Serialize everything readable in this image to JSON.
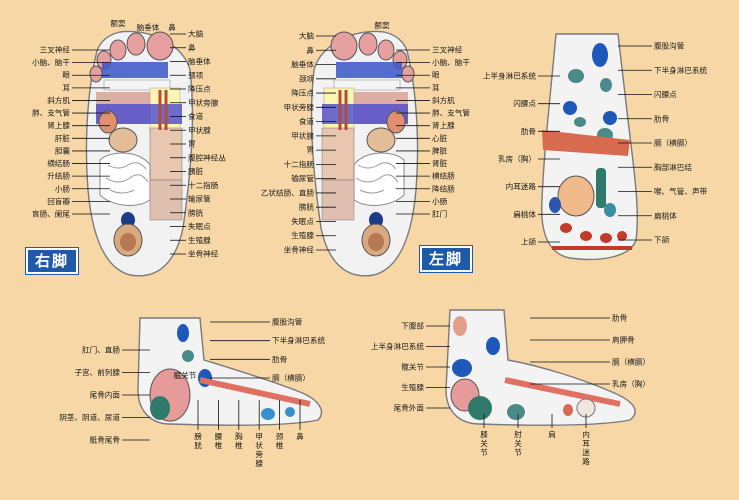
{
  "badges": {
    "right_foot": "右脚",
    "left_foot": "左脚"
  },
  "right_sole": {
    "left_labels": [
      "三叉神经",
      "小脑、脑干",
      "眼",
      "耳",
      "斜方肌",
      "肺、支气管",
      "肾上腺",
      "肝脏",
      "胆囊",
      "横结肠",
      "升结肠",
      "小肠",
      "回盲瓣",
      "盲肠、阑尾"
    ],
    "top_labels": [
      "额窦",
      "脑垂体",
      "鼻"
    ],
    "right_labels": [
      "大脑",
      "鼻",
      "脑垂体",
      "颈项",
      "降压点",
      "甲状旁腺",
      "食道",
      "甲状腺",
      "胃",
      "腹腔神经丛",
      "胰脏",
      "十二指肠",
      "输尿管",
      "膀胱",
      "失眠点",
      "生殖腺",
      "坐骨神经"
    ]
  },
  "left_sole": {
    "left_labels": [
      "大脑",
      "鼻",
      "脑垂体",
      "颈项",
      "降压点",
      "甲状旁腺",
      "食道",
      "甲状腺",
      "胃",
      "十二指肠",
      "输尿管",
      "乙状结肠、直肠",
      "膀胱",
      "失眠点",
      "生殖腺",
      "坐骨神经"
    ],
    "top_labels": [
      "额窦"
    ],
    "right_labels": [
      "三叉神经",
      "小脑、脑干",
      "眼",
      "耳",
      "斜方肌",
      "肺、支气管",
      "肾上腺",
      "心脏",
      "脾脏",
      "肾脏",
      "横结肠",
      "降结肠",
      "小肠",
      "肛门"
    ]
  },
  "dorsum": {
    "left_labels": [
      "上半身淋巴系统",
      "闪腰点",
      "肋骨",
      "乳房（胸）",
      "内耳迷路",
      "扁桃体",
      "上颌"
    ],
    "right_labels": [
      "腹股沟管",
      "下半身淋巴系统",
      "闪腰点",
      "肋骨",
      "膈（横膈）",
      "胸部淋巴结",
      "喉、气管、声带",
      "扁桃体",
      "下颌"
    ]
  },
  "medial": {
    "left_labels": [
      "肛门、直肠",
      "子宫、前列腺",
      "尾骨内面",
      "阴茎、阴道、尿道",
      "骶骨尾骨"
    ],
    "right_labels": [
      "腹股沟管",
      "下半身淋巴系统",
      "肋骨",
      "膈（横膈）"
    ],
    "bottom_labels": [
      "膀胱",
      "腰椎",
      "胸椎",
      "甲状旁腺",
      "颈椎",
      "鼻"
    ],
    "inside_label": "髋关节"
  },
  "lateral": {
    "left_labels": [
      "下腹部",
      "上半身淋巴系统",
      "髋关节",
      "生殖腺",
      "尾骨外面"
    ],
    "right_labels": [
      "肋骨",
      "肩胛骨",
      "膈（横膈）",
      "乳房（胸）"
    ],
    "bottom_labels": [
      "膝关节",
      "肘关节",
      "肩",
      "内耳迷路"
    ]
  }
}
